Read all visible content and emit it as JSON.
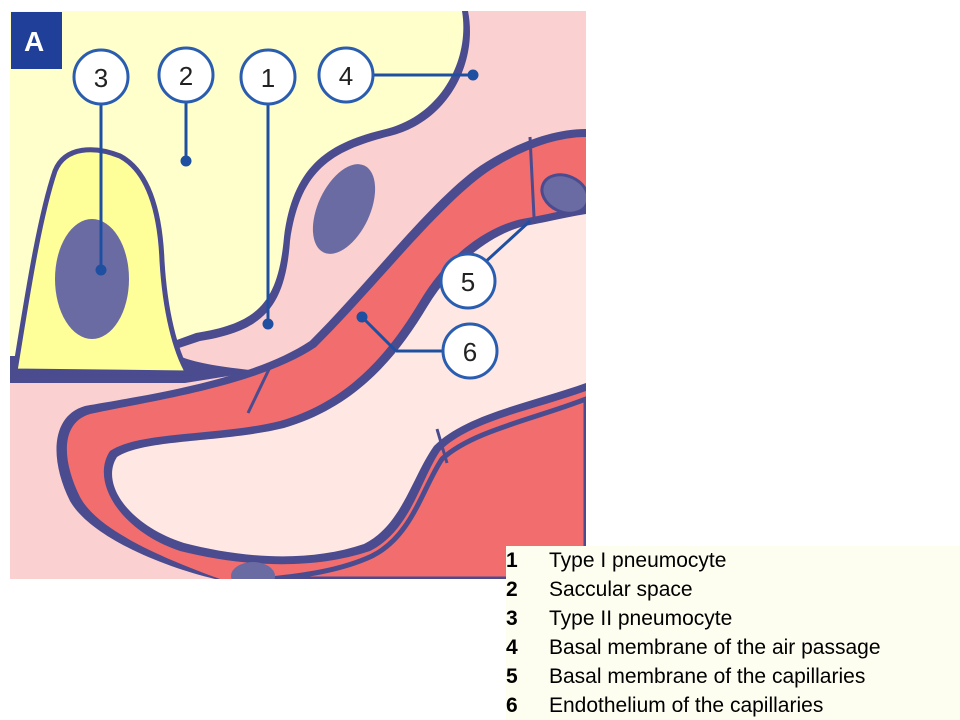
{
  "panel": {
    "letter": "A",
    "colors": {
      "background": "#fbd0d0",
      "air_space": "#ffffcc",
      "type2_cell": "#ffff99",
      "nucleus": "#6b6ba3",
      "membrane": "#4b4b8f",
      "capillary_wall": "#f26d6d",
      "capillary_lumen": "#ffe8e4",
      "label_dark": "#003399",
      "label_circle_border": "#2a5db0"
    }
  },
  "callouts": [
    {
      "number": "3"
    },
    {
      "number": "2"
    },
    {
      "number": "1"
    },
    {
      "number": "4"
    },
    {
      "number": "5"
    },
    {
      "number": "6"
    }
  ],
  "legend": {
    "items": [
      {
        "number": "1",
        "text": "Type I pneumocyte"
      },
      {
        "number": "2",
        "text": "Saccular space"
      },
      {
        "number": "3",
        "text": "Type II pneumocyte"
      },
      {
        "number": "4",
        "text": "Basal membrane of the air passage"
      },
      {
        "number": "5",
        "text": "Basal membrane of the capillaries"
      },
      {
        "number": "6",
        "text": "Endothelium of the capillaries"
      }
    ]
  }
}
